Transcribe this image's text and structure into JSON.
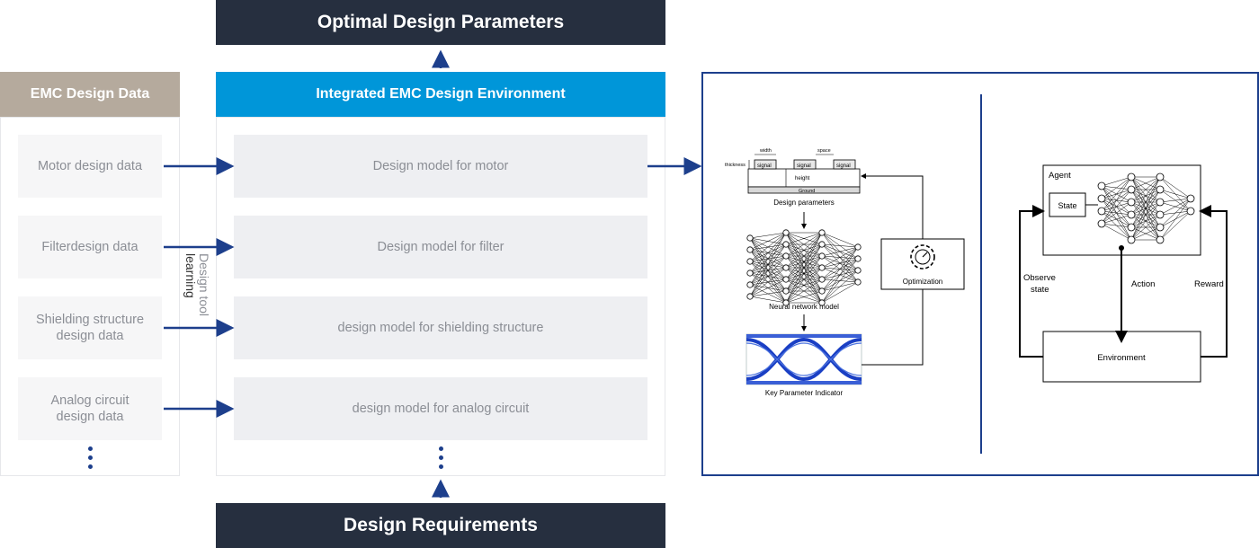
{
  "top_bar": {
    "label": "Optimal Design Parameters"
  },
  "bottom_bar": {
    "label": "Design Requirements"
  },
  "left_panel": {
    "title": "EMC Design Data",
    "items": [
      {
        "label": "Motor design data"
      },
      {
        "label": "Filterdesign data"
      },
      {
        "label": "Shielding structure\ndesign data"
      },
      {
        "label": "Analog circuit\ndesign data"
      }
    ]
  },
  "vertical_label": {
    "line1": "Design tool",
    "line2": "learning"
  },
  "middle_panel": {
    "title": "Integrated EMC Design Environment",
    "items": [
      {
        "label": "Design model for motor"
      },
      {
        "label": "Design model for filter"
      },
      {
        "label": "design model for shielding structure"
      },
      {
        "label": "design model for analog circuit"
      }
    ]
  },
  "optimization_diagram": {
    "labels": {
      "width": "width",
      "space": "space",
      "thickness": "thickness",
      "signal": "signal",
      "height": "height",
      "ground": "Ground",
      "design_parameters": "Design parameters",
      "neural_network_model": "Neural network model",
      "key_parameter_indicator": "Key Parameter Indicator",
      "optimization": "Optimization"
    }
  },
  "rl_diagram": {
    "labels": {
      "agent": "Agent",
      "state": "State",
      "observe_state_1": "Observe",
      "observe_state_2": "state",
      "action": "Action",
      "reward": "Reward",
      "environment": "Environment"
    }
  },
  "colors": {
    "dark_navy": "#262f3f",
    "accent_blue": "#0096d9",
    "tan": "#b5aa9d",
    "arrow_blue": "#1d3f8c",
    "box_gray": "#eeeff2"
  }
}
